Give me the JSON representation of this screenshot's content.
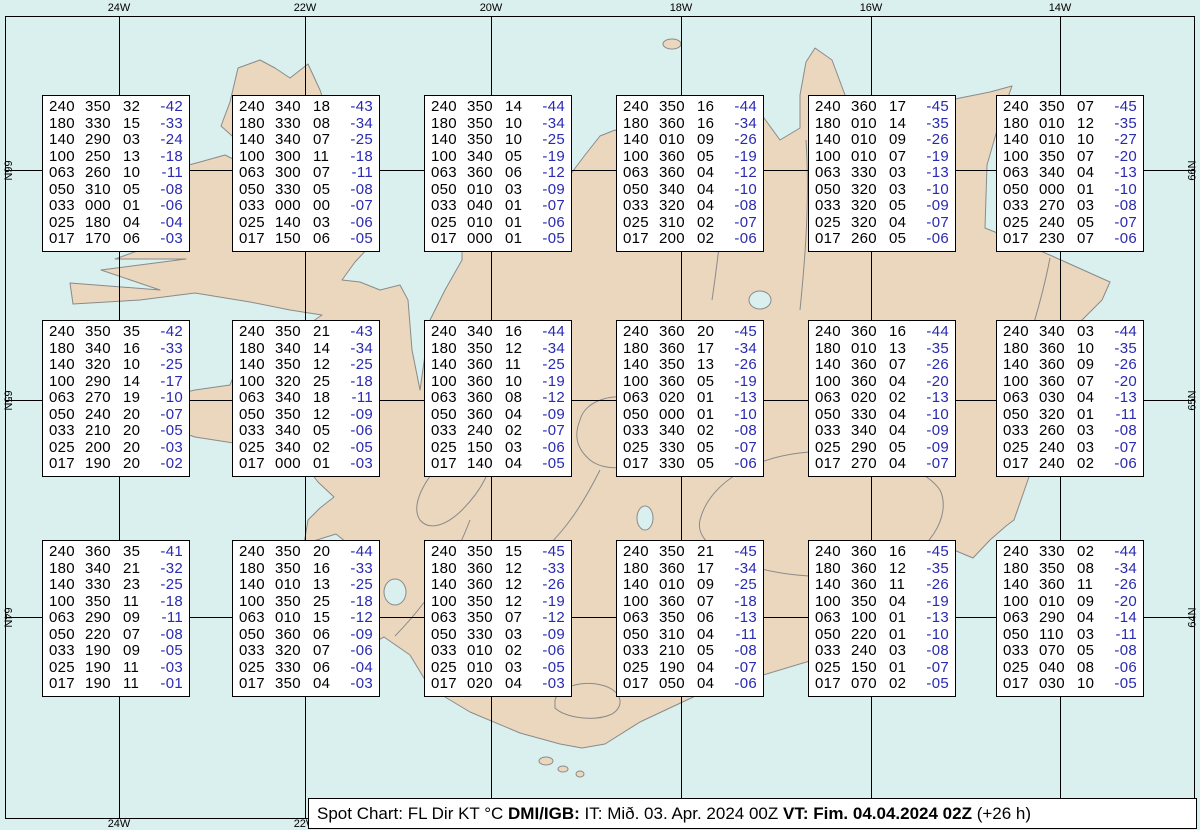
{
  "colors": {
    "ocean": "#d9f0ee",
    "land": "#ead7be",
    "coastline": "#8a8a8a",
    "grid": "#000000",
    "temperature_text": "#2a2ab0",
    "data_text": "#000000"
  },
  "grid": {
    "lon_labels": [
      "24W",
      "22W",
      "20W",
      "18W",
      "16W",
      "14W"
    ],
    "lat_labels": [
      "66N",
      "65N",
      "64N"
    ]
  },
  "caption": {
    "segments": [
      {
        "text": "Spot Chart: FL Dir KT °C ",
        "bold": false
      },
      {
        "text": "DMI/IGB:",
        "bold": true
      },
      {
        "text": " IT: Mið. 03. Apr. 2024 00Z ",
        "bold": false
      },
      {
        "text": "VT: Fim. 04.04.2024 02Z",
        "bold": true
      },
      {
        "text": " (+26 h)",
        "bold": false
      }
    ]
  },
  "column_meaning": [
    "FL",
    "Dir",
    "KT",
    "°C"
  ],
  "stations": [
    {
      "lon": "24W",
      "lat": "66N",
      "rows": [
        [
          "240",
          "350",
          "32",
          "-42"
        ],
        [
          "180",
          "330",
          "15",
          "-33"
        ],
        [
          "140",
          "290",
          "03",
          "-24"
        ],
        [
          "100",
          "250",
          "13",
          "-18"
        ],
        [
          "063",
          "260",
          "10",
          "-11"
        ],
        [
          "050",
          "310",
          "05",
          "-08"
        ],
        [
          "033",
          "000",
          "01",
          "-06"
        ],
        [
          "025",
          "180",
          "04",
          "-04"
        ],
        [
          "017",
          "170",
          "06",
          "-03"
        ]
      ]
    },
    {
      "lon": "22W",
      "lat": "66N",
      "rows": [
        [
          "240",
          "340",
          "18",
          "-43"
        ],
        [
          "180",
          "330",
          "08",
          "-34"
        ],
        [
          "140",
          "340",
          "07",
          "-25"
        ],
        [
          "100",
          "300",
          "11",
          "-18"
        ],
        [
          "063",
          "300",
          "07",
          "-11"
        ],
        [
          "050",
          "330",
          "05",
          "-08"
        ],
        [
          "033",
          "000",
          "00",
          "-07"
        ],
        [
          "025",
          "140",
          "03",
          "-06"
        ],
        [
          "017",
          "150",
          "06",
          "-05"
        ]
      ]
    },
    {
      "lon": "20W",
      "lat": "66N",
      "rows": [
        [
          "240",
          "350",
          "14",
          "-44"
        ],
        [
          "180",
          "350",
          "10",
          "-34"
        ],
        [
          "140",
          "350",
          "10",
          "-25"
        ],
        [
          "100",
          "340",
          "05",
          "-19"
        ],
        [
          "063",
          "360",
          "06",
          "-12"
        ],
        [
          "050",
          "010",
          "03",
          "-09"
        ],
        [
          "033",
          "040",
          "01",
          "-07"
        ],
        [
          "025",
          "010",
          "01",
          "-06"
        ],
        [
          "017",
          "000",
          "01",
          "-05"
        ]
      ]
    },
    {
      "lon": "18W",
      "lat": "66N",
      "rows": [
        [
          "240",
          "350",
          "16",
          "-44"
        ],
        [
          "180",
          "360",
          "16",
          "-34"
        ],
        [
          "140",
          "010",
          "09",
          "-26"
        ],
        [
          "100",
          "360",
          "05",
          "-19"
        ],
        [
          "063",
          "360",
          "04",
          "-12"
        ],
        [
          "050",
          "340",
          "04",
          "-10"
        ],
        [
          "033",
          "320",
          "04",
          "-08"
        ],
        [
          "025",
          "310",
          "02",
          "-07"
        ],
        [
          "017",
          "200",
          "02",
          "-06"
        ]
      ]
    },
    {
      "lon": "16W",
      "lat": "66N",
      "rows": [
        [
          "240",
          "360",
          "17",
          "-45"
        ],
        [
          "180",
          "010",
          "14",
          "-35"
        ],
        [
          "140",
          "010",
          "09",
          "-26"
        ],
        [
          "100",
          "010",
          "07",
          "-19"
        ],
        [
          "063",
          "330",
          "03",
          "-13"
        ],
        [
          "050",
          "320",
          "03",
          "-10"
        ],
        [
          "033",
          "320",
          "05",
          "-09"
        ],
        [
          "025",
          "320",
          "04",
          "-07"
        ],
        [
          "017",
          "260",
          "05",
          "-06"
        ]
      ]
    },
    {
      "lon": "14W",
      "lat": "66N",
      "rows": [
        [
          "240",
          "350",
          "07",
          "-45"
        ],
        [
          "180",
          "010",
          "12",
          "-35"
        ],
        [
          "140",
          "010",
          "10",
          "-27"
        ],
        [
          "100",
          "350",
          "07",
          "-20"
        ],
        [
          "063",
          "340",
          "04",
          "-13"
        ],
        [
          "050",
          "000",
          "01",
          "-10"
        ],
        [
          "033",
          "270",
          "03",
          "-08"
        ],
        [
          "025",
          "240",
          "05",
          "-07"
        ],
        [
          "017",
          "230",
          "07",
          "-06"
        ]
      ]
    },
    {
      "lon": "24W",
      "lat": "65N",
      "rows": [
        [
          "240",
          "350",
          "35",
          "-42"
        ],
        [
          "180",
          "340",
          "16",
          "-33"
        ],
        [
          "140",
          "320",
          "10",
          "-25"
        ],
        [
          "100",
          "290",
          "14",
          "-17"
        ],
        [
          "063",
          "270",
          "19",
          "-10"
        ],
        [
          "050",
          "240",
          "20",
          "-07"
        ],
        [
          "033",
          "210",
          "20",
          "-05"
        ],
        [
          "025",
          "200",
          "20",
          "-03"
        ],
        [
          "017",
          "190",
          "20",
          "-02"
        ]
      ]
    },
    {
      "lon": "22W",
      "lat": "65N",
      "rows": [
        [
          "240",
          "350",
          "21",
          "-43"
        ],
        [
          "180",
          "340",
          "14",
          "-34"
        ],
        [
          "140",
          "350",
          "12",
          "-25"
        ],
        [
          "100",
          "320",
          "25",
          "-18"
        ],
        [
          "063",
          "340",
          "18",
          "-11"
        ],
        [
          "050",
          "350",
          "12",
          "-09"
        ],
        [
          "033",
          "340",
          "05",
          "-06"
        ],
        [
          "025",
          "340",
          "02",
          "-05"
        ],
        [
          "017",
          "000",
          "01",
          "-03"
        ]
      ]
    },
    {
      "lon": "20W",
      "lat": "65N",
      "rows": [
        [
          "240",
          "340",
          "16",
          "-44"
        ],
        [
          "180",
          "350",
          "12",
          "-34"
        ],
        [
          "140",
          "360",
          "11",
          "-25"
        ],
        [
          "100",
          "360",
          "10",
          "-19"
        ],
        [
          "063",
          "360",
          "08",
          "-12"
        ],
        [
          "050",
          "360",
          "04",
          "-09"
        ],
        [
          "033",
          "240",
          "02",
          "-07"
        ],
        [
          "025",
          "150",
          "03",
          "-06"
        ],
        [
          "017",
          "140",
          "04",
          "-05"
        ]
      ]
    },
    {
      "lon": "18W",
      "lat": "65N",
      "rows": [
        [
          "240",
          "360",
          "20",
          "-45"
        ],
        [
          "180",
          "360",
          "17",
          "-34"
        ],
        [
          "140",
          "350",
          "13",
          "-26"
        ],
        [
          "100",
          "360",
          "05",
          "-19"
        ],
        [
          "063",
          "020",
          "01",
          "-13"
        ],
        [
          "050",
          "000",
          "01",
          "-10"
        ],
        [
          "033",
          "340",
          "02",
          "-08"
        ],
        [
          "025",
          "330",
          "05",
          "-07"
        ],
        [
          "017",
          "330",
          "05",
          "-06"
        ]
      ]
    },
    {
      "lon": "16W",
      "lat": "65N",
      "rows": [
        [
          "240",
          "360",
          "16",
          "-44"
        ],
        [
          "180",
          "010",
          "13",
          "-35"
        ],
        [
          "140",
          "360",
          "07",
          "-26"
        ],
        [
          "100",
          "360",
          "04",
          "-20"
        ],
        [
          "063",
          "020",
          "02",
          "-13"
        ],
        [
          "050",
          "330",
          "04",
          "-10"
        ],
        [
          "033",
          "340",
          "04",
          "-09"
        ],
        [
          "025",
          "290",
          "05",
          "-09"
        ],
        [
          "017",
          "270",
          "04",
          "-07"
        ]
      ]
    },
    {
      "lon": "14W",
      "lat": "65N",
      "rows": [
        [
          "240",
          "340",
          "03",
          "-44"
        ],
        [
          "180",
          "360",
          "10",
          "-35"
        ],
        [
          "140",
          "360",
          "09",
          "-26"
        ],
        [
          "100",
          "360",
          "07",
          "-20"
        ],
        [
          "063",
          "030",
          "04",
          "-13"
        ],
        [
          "050",
          "320",
          "01",
          "-11"
        ],
        [
          "033",
          "260",
          "03",
          "-08"
        ],
        [
          "025",
          "240",
          "03",
          "-07"
        ],
        [
          "017",
          "240",
          "02",
          "-06"
        ]
      ]
    },
    {
      "lon": "24W",
      "lat": "64N",
      "rows": [
        [
          "240",
          "360",
          "35",
          "-41"
        ],
        [
          "180",
          "340",
          "21",
          "-32"
        ],
        [
          "140",
          "330",
          "23",
          "-25"
        ],
        [
          "100",
          "350",
          "11",
          "-18"
        ],
        [
          "063",
          "290",
          "09",
          "-11"
        ],
        [
          "050",
          "220",
          "07",
          "-08"
        ],
        [
          "033",
          "190",
          "09",
          "-05"
        ],
        [
          "025",
          "190",
          "11",
          "-03"
        ],
        [
          "017",
          "190",
          "11",
          "-01"
        ]
      ]
    },
    {
      "lon": "22W",
      "lat": "64N",
      "rows": [
        [
          "240",
          "350",
          "20",
          "-44"
        ],
        [
          "180",
          "350",
          "16",
          "-33"
        ],
        [
          "140",
          "010",
          "13",
          "-25"
        ],
        [
          "100",
          "350",
          "25",
          "-18"
        ],
        [
          "063",
          "010",
          "15",
          "-12"
        ],
        [
          "050",
          "360",
          "06",
          "-09"
        ],
        [
          "033",
          "320",
          "07",
          "-06"
        ],
        [
          "025",
          "330",
          "06",
          "-04"
        ],
        [
          "017",
          "350",
          "04",
          "-03"
        ]
      ]
    },
    {
      "lon": "20W",
      "lat": "64N",
      "rows": [
        [
          "240",
          "350",
          "15",
          "-45"
        ],
        [
          "180",
          "360",
          "12",
          "-33"
        ],
        [
          "140",
          "360",
          "12",
          "-26"
        ],
        [
          "100",
          "350",
          "12",
          "-19"
        ],
        [
          "063",
          "350",
          "07",
          "-12"
        ],
        [
          "050",
          "330",
          "03",
          "-09"
        ],
        [
          "033",
          "010",
          "02",
          "-06"
        ],
        [
          "025",
          "010",
          "03",
          "-05"
        ],
        [
          "017",
          "020",
          "04",
          "-03"
        ]
      ]
    },
    {
      "lon": "18W",
      "lat": "64N",
      "rows": [
        [
          "240",
          "350",
          "21",
          "-45"
        ],
        [
          "180",
          "360",
          "17",
          "-34"
        ],
        [
          "140",
          "010",
          "09",
          "-25"
        ],
        [
          "100",
          "360",
          "07",
          "-18"
        ],
        [
          "063",
          "350",
          "06",
          "-13"
        ],
        [
          "050",
          "310",
          "04",
          "-11"
        ],
        [
          "033",
          "210",
          "05",
          "-08"
        ],
        [
          "025",
          "190",
          "04",
          "-07"
        ],
        [
          "017",
          "050",
          "04",
          "-06"
        ]
      ]
    },
    {
      "lon": "16W",
      "lat": "64N",
      "rows": [
        [
          "240",
          "360",
          "16",
          "-45"
        ],
        [
          "180",
          "360",
          "12",
          "-35"
        ],
        [
          "140",
          "360",
          "11",
          "-26"
        ],
        [
          "100",
          "350",
          "04",
          "-19"
        ],
        [
          "063",
          "100",
          "01",
          "-13"
        ],
        [
          "050",
          "220",
          "01",
          "-10"
        ],
        [
          "033",
          "240",
          "03",
          "-08"
        ],
        [
          "025",
          "150",
          "01",
          "-07"
        ],
        [
          "017",
          "070",
          "02",
          "-05"
        ]
      ]
    },
    {
      "lon": "14W",
      "lat": "64N",
      "rows": [
        [
          "240",
          "330",
          "02",
          "-44"
        ],
        [
          "180",
          "350",
          "08",
          "-34"
        ],
        [
          "140",
          "360",
          "11",
          "-26"
        ],
        [
          "100",
          "010",
          "09",
          "-20"
        ],
        [
          "063",
          "290",
          "04",
          "-14"
        ],
        [
          "050",
          "110",
          "03",
          "-11"
        ],
        [
          "033",
          "070",
          "05",
          "-08"
        ],
        [
          "025",
          "040",
          "08",
          "-06"
        ],
        [
          "017",
          "030",
          "10",
          "-05"
        ]
      ]
    }
  ]
}
